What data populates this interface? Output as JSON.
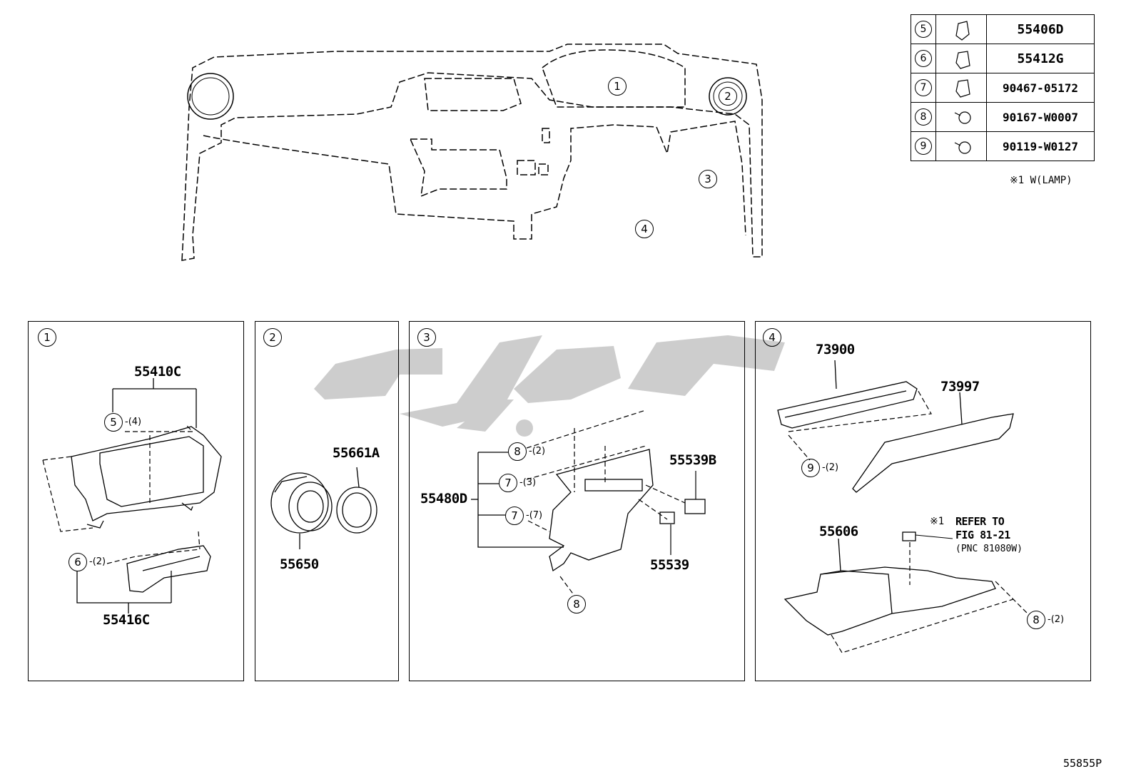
{
  "legend": [
    {
      "num": "5",
      "icon": "clip-icon",
      "part": "55406D"
    },
    {
      "num": "6",
      "icon": "clip-icon",
      "part": "55412G"
    },
    {
      "num": "7",
      "icon": "clip-icon",
      "part": "90467-05172"
    },
    {
      "num": "8",
      "icon": "screw-icon",
      "part": "90167-W0007"
    },
    {
      "num": "9",
      "icon": "bolt-icon",
      "part": "90119-W0127"
    }
  ],
  "legend_note": "※1 W(LAMP)",
  "overview": {
    "callouts": [
      "1",
      "2",
      "3",
      "4"
    ]
  },
  "panels": {
    "p1": {
      "num": "1",
      "parts": {
        "top": "55410C",
        "bottom": "55416C"
      },
      "fasteners": [
        {
          "num": "5",
          "qty": "-(4)"
        },
        {
          "num": "6",
          "qty": "-(2)"
        }
      ]
    },
    "p2": {
      "num": "2",
      "parts": {
        "vent": "55650",
        "ring": "55661A"
      }
    },
    "p3": {
      "num": "3",
      "parts": {
        "panel": "55480D",
        "switch_b": "55539B",
        "switch": "55539"
      },
      "fasteners": [
        {
          "num": "8",
          "qty": "-(2)"
        },
        {
          "num": "7",
          "qty": "-(3)"
        },
        {
          "num": "7",
          "qty": "-(7)"
        },
        {
          "num": "8",
          "qty": ""
        }
      ]
    },
    "p4": {
      "num": "4",
      "parts": {
        "airbag": "73900",
        "bracket": "73997",
        "cover": "55606"
      },
      "fasteners": [
        {
          "num": "9",
          "qty": "-(2)"
        },
        {
          "num": "8",
          "qty": "-(2)"
        }
      ],
      "refer": {
        "mark": "※1",
        "line1": "REFER TO",
        "line2": "FIG 81-21",
        "line3": "(PNC 81080W)"
      }
    }
  },
  "watermark": "تويوتا",
  "figure_id": "55855P"
}
